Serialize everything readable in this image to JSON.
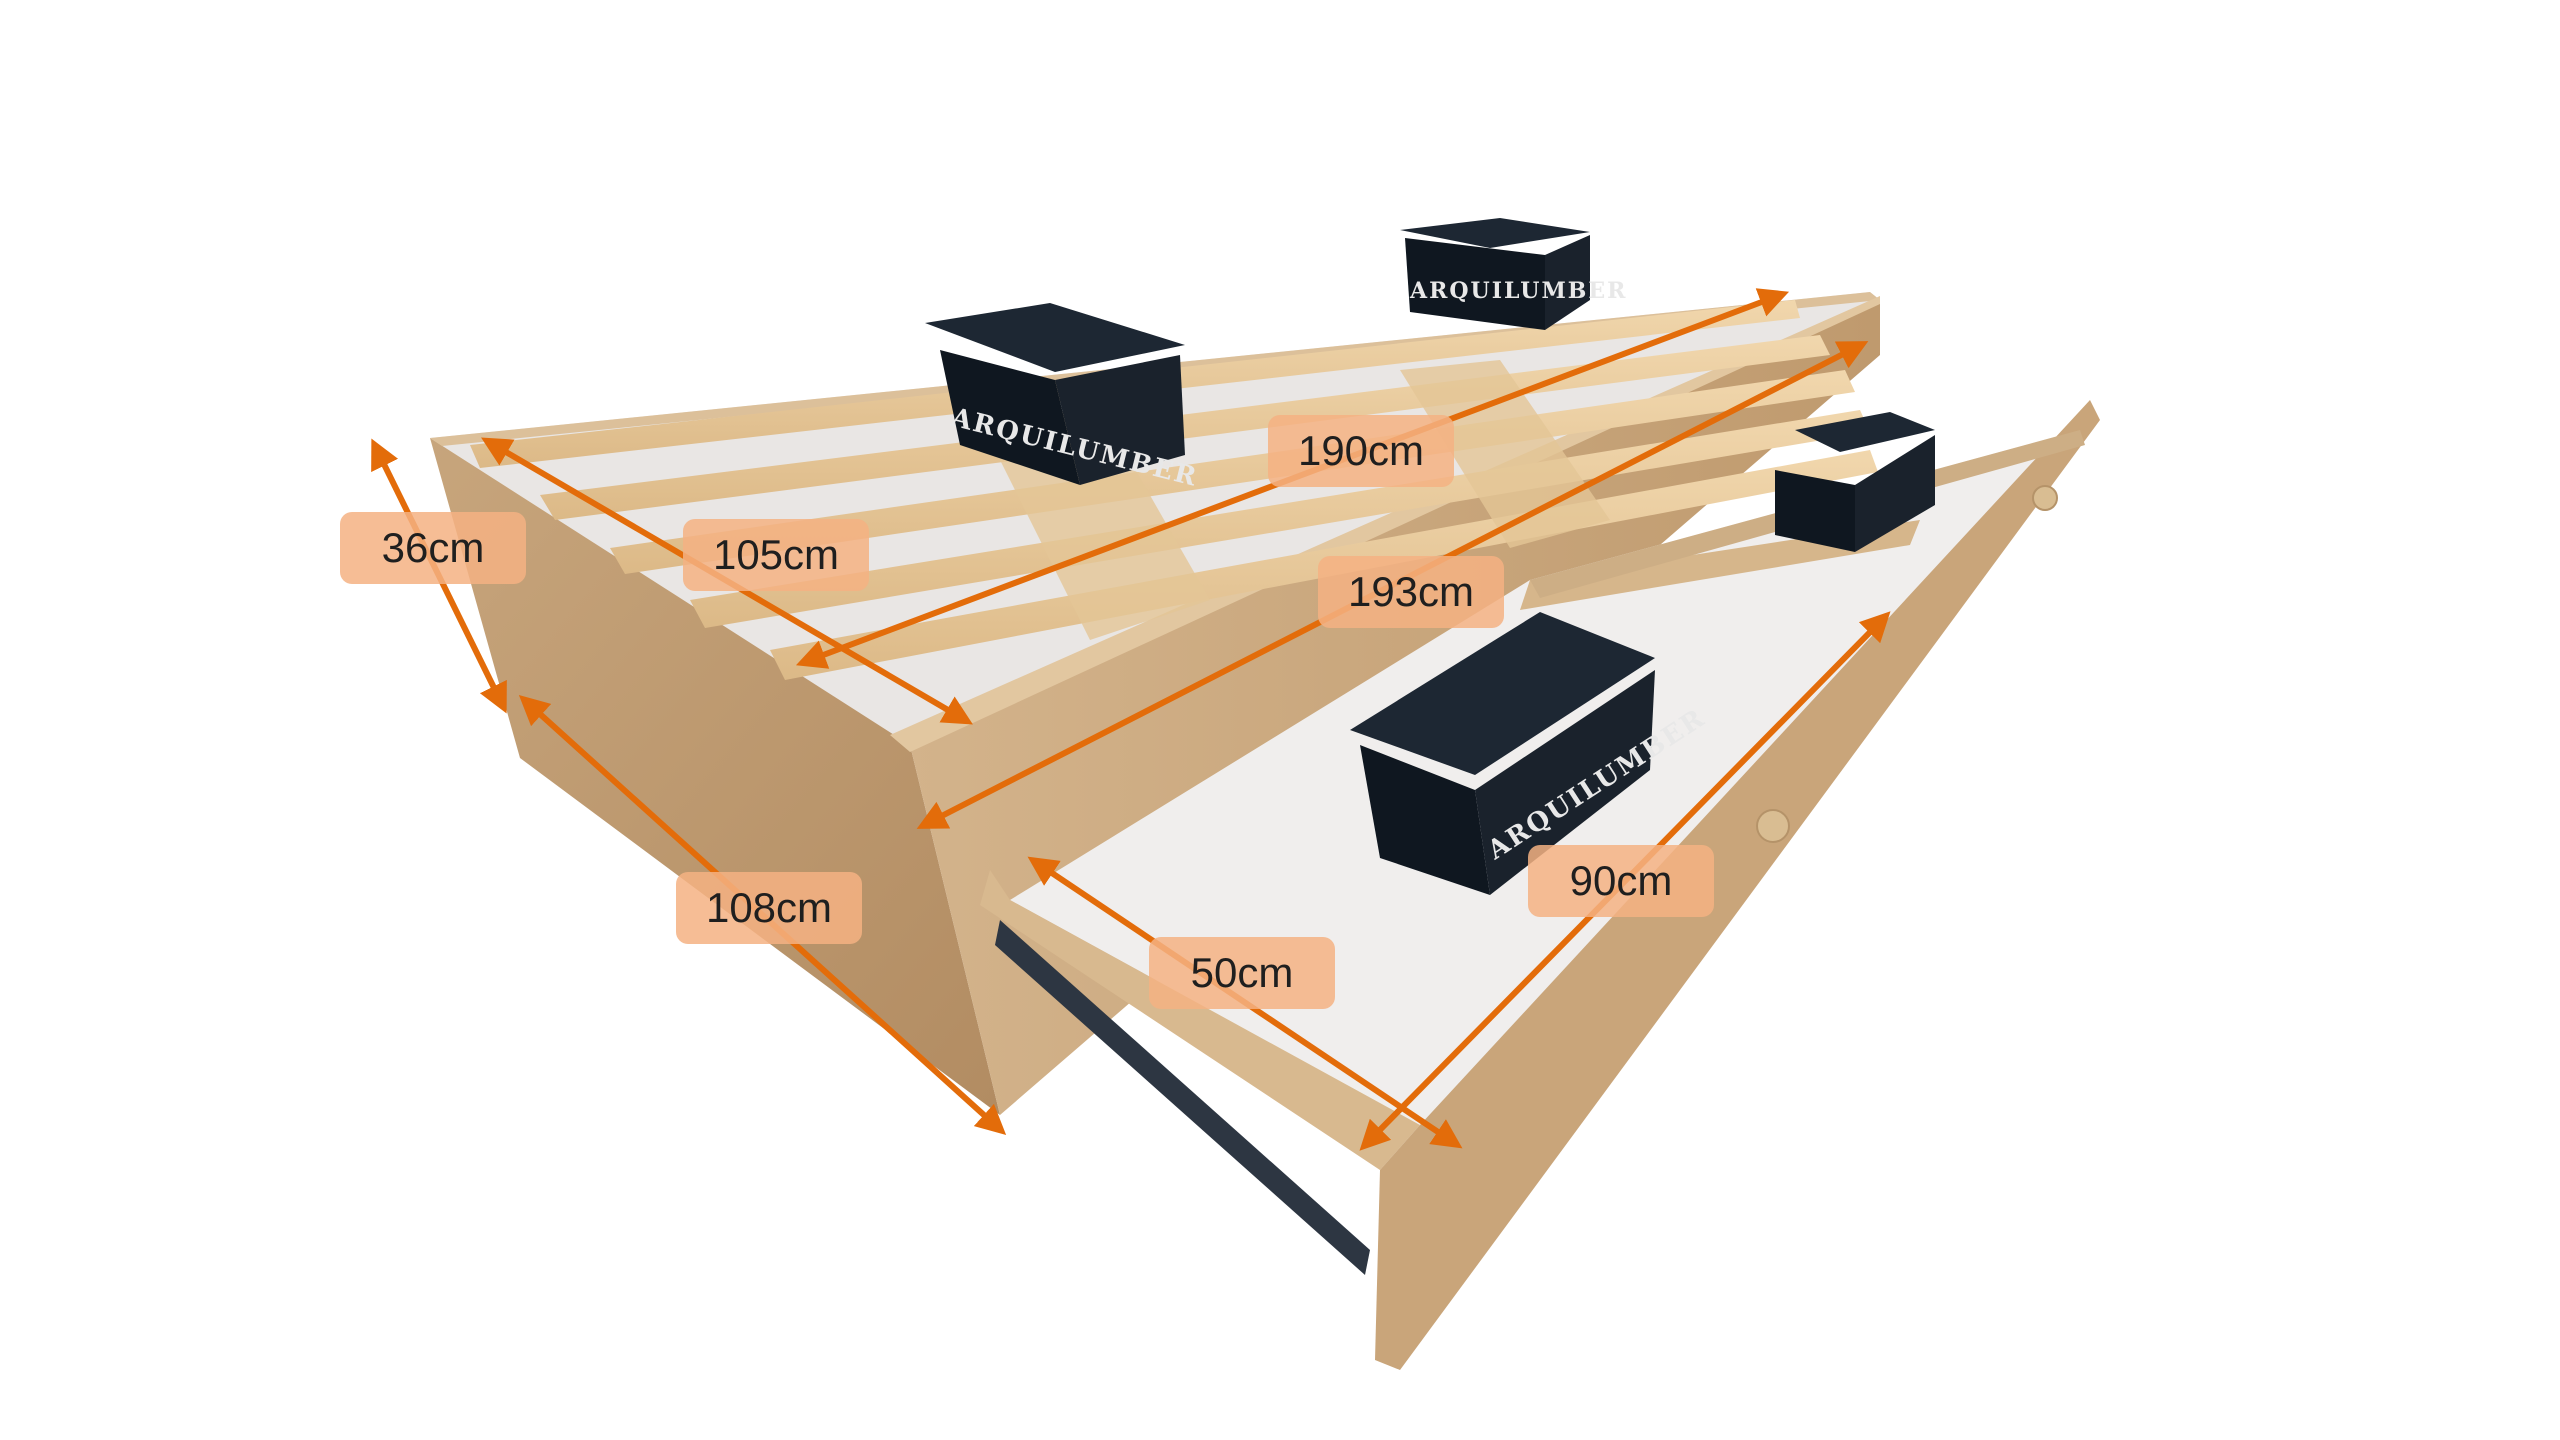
{
  "image": {
    "subject": "wooden bed base with slats, pull-out drawer and storage boxes",
    "brand_on_boxes": "ARQUILUMBER",
    "accent_color": "#e36c0a",
    "label_color": "#f4b183",
    "wood_color": "#c9a57a"
  },
  "dimensions": {
    "height": "36cm",
    "slat_width": "105cm",
    "inner_length": "190cm",
    "outer_length": "193cm",
    "outer_width": "108cm",
    "drawer_width": "50cm",
    "drawer_length": "90cm"
  }
}
